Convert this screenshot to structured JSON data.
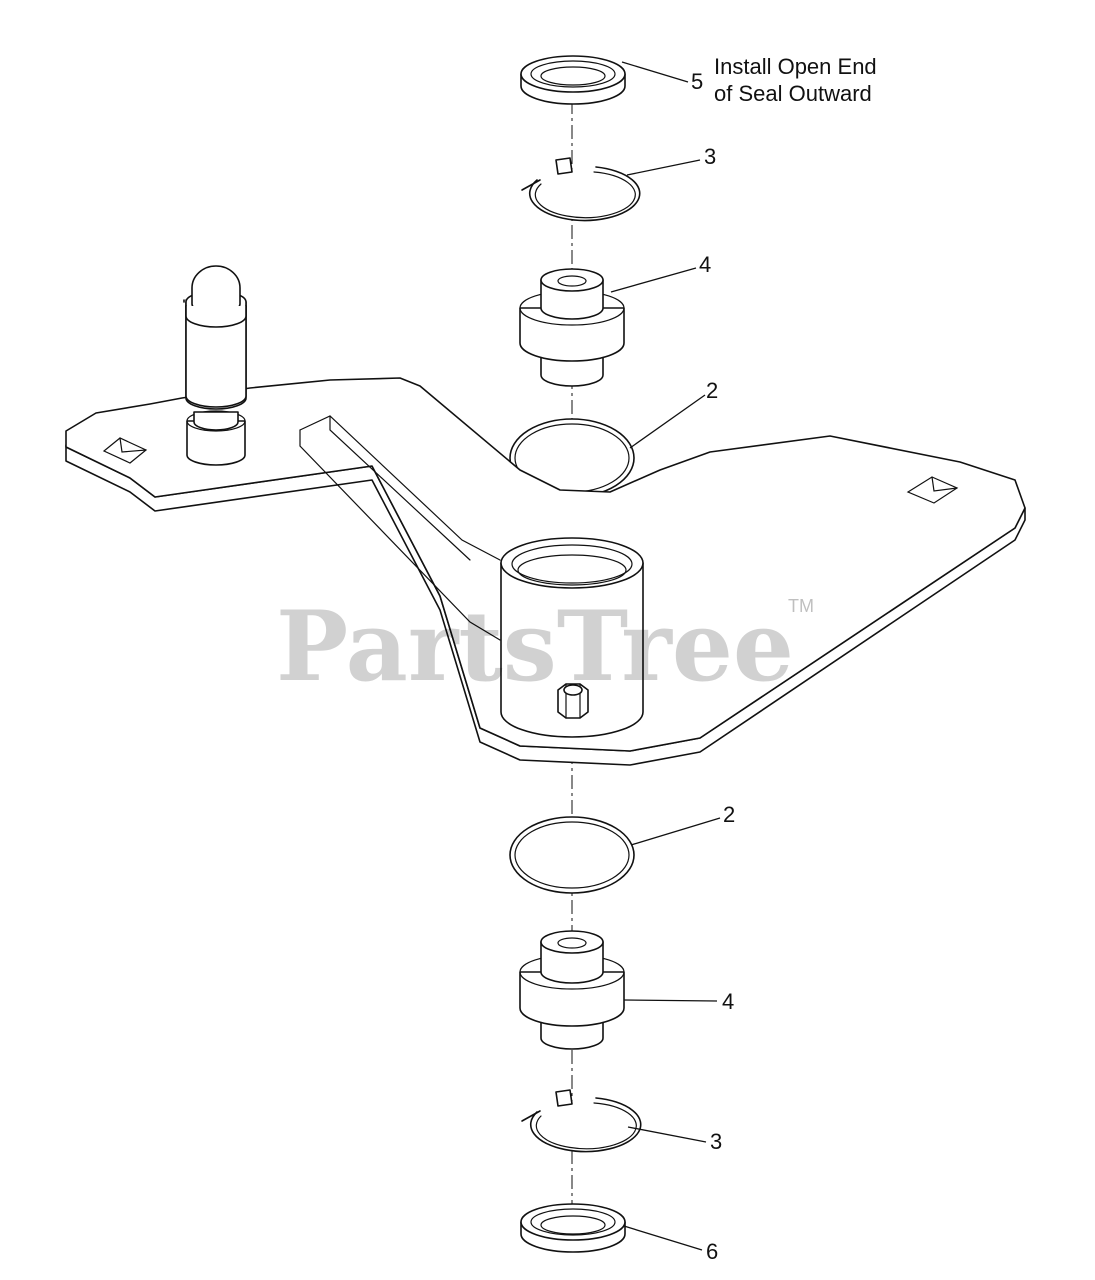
{
  "diagram": {
    "callouts": [
      {
        "id": "seal-top",
        "label": "5"
      },
      {
        "id": "ring-top",
        "label": "3"
      },
      {
        "id": "bearing-top",
        "label": "4"
      },
      {
        "id": "oring-top",
        "label": "2"
      },
      {
        "id": "oring-bottom",
        "label": "2"
      },
      {
        "id": "bearing-bottom",
        "label": "4"
      },
      {
        "id": "ring-bottom",
        "label": "3"
      },
      {
        "id": "seal-bottom",
        "label": "6"
      }
    ],
    "note": {
      "line1": "Install Open End",
      "line2": "of Seal Outward"
    }
  },
  "watermark": {
    "text": "PartsTree",
    "tm": "TM"
  }
}
